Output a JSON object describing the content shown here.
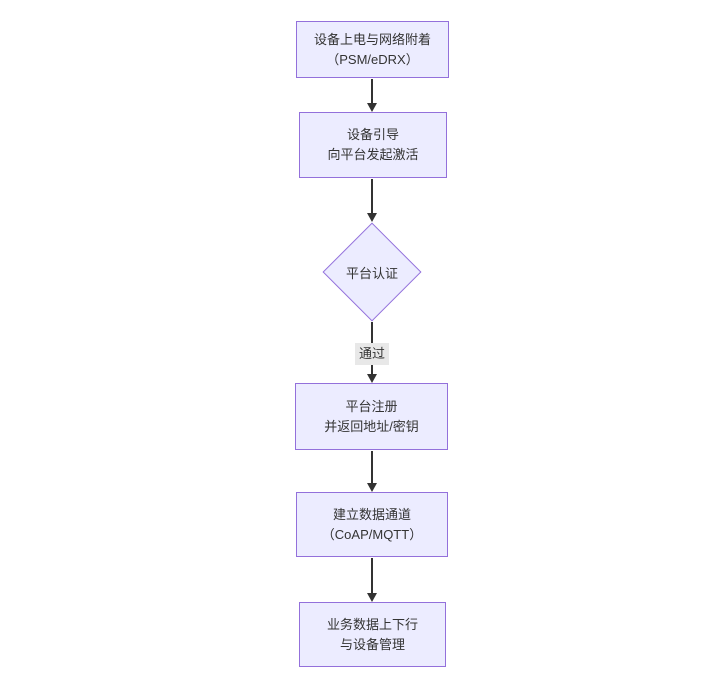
{
  "flow": {
    "nodes": [
      {
        "id": "power-network-attach",
        "shape": "rect",
        "lines": [
          "设备上电与网络附着",
          "（PSM/eDRX）"
        ]
      },
      {
        "id": "device-bootstrap",
        "shape": "rect",
        "lines": [
          "设备引导",
          "向平台发起激活"
        ]
      },
      {
        "id": "platform-auth",
        "shape": "diamond",
        "lines": [
          "平台认证"
        ]
      },
      {
        "id": "platform-register",
        "shape": "rect",
        "lines": [
          "平台注册",
          "并返回地址/密钥"
        ]
      },
      {
        "id": "data-channel",
        "shape": "rect",
        "lines": [
          "建立数据通道",
          "（CoAP/MQTT）"
        ]
      },
      {
        "id": "business-data",
        "shape": "rect",
        "lines": [
          "业务数据上下行",
          "与设备管理"
        ]
      }
    ],
    "edge_label_pass": "通过",
    "colors": {
      "node_fill": "#ECECFF",
      "node_border": "#9370DB",
      "arrow": "#333333",
      "edge_label_bg": "#e8e8e8",
      "text": "#333333",
      "background": "#ffffff"
    }
  }
}
